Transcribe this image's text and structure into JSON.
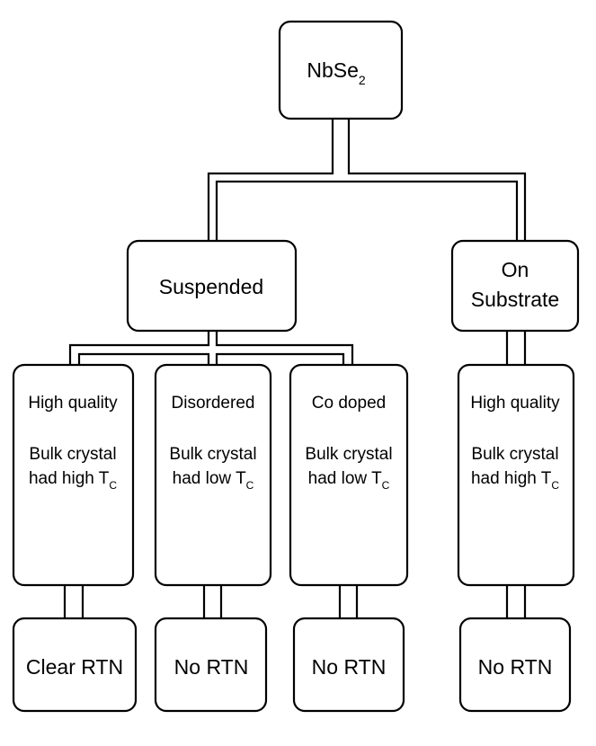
{
  "root": {
    "label": "NbSe",
    "sub": "2"
  },
  "branches": {
    "suspended": {
      "label": "Suspended"
    },
    "substrate": {
      "line1": "On",
      "line2": "Substrate"
    }
  },
  "samples": [
    {
      "quality": "High quality",
      "line1": "Bulk crystal",
      "line2": "had high T",
      "sub": "C",
      "result": "Clear RTN"
    },
    {
      "quality": "Disordered",
      "line1": "Bulk crystal",
      "line2": "had low T",
      "sub": "C",
      "result": "No RTN"
    },
    {
      "quality": "Co doped",
      "line1": "Bulk crystal",
      "line2": "had low T",
      "sub": "C",
      "result": "No RTN"
    },
    {
      "quality": "High quality",
      "line1": "Bulk crystal",
      "line2": "had high T",
      "sub": "C",
      "result": "No RTN"
    }
  ]
}
